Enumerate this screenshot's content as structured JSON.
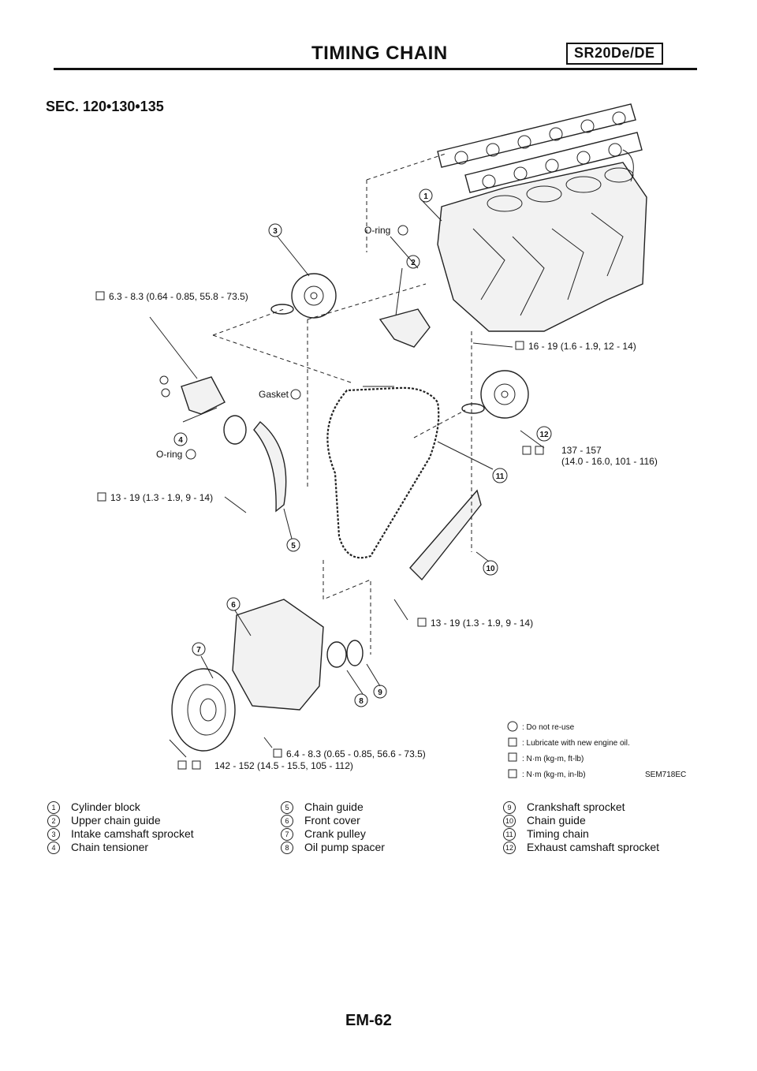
{
  "header": {
    "title": "TIMING CHAIN",
    "engine_badge": "SR20De/DE"
  },
  "section": "SEC. 120•130•135",
  "diagram": {
    "torque_intake_sprocket_bolt": "6.3 - 8.3 (0.64 - 0.85, 55.8 - 73.5)",
    "torque_upper_guide": "16 - 19 (1.6 - 1.9, 12 - 14)",
    "torque_camshaft_sprocket_a": "137 - 157",
    "torque_camshaft_sprocket_b": "(14.0 - 16.0, 101 - 116)",
    "torque_tensioner": "13 - 19 (1.3 - 1.9, 9 - 14)",
    "torque_chain_guide": "13 - 19 (1.3 - 1.9, 9 - 14)",
    "torque_front_cover": "6.4 - 8.3 (0.65 - 0.85, 56.6 - 73.5)",
    "torque_crank_pulley": "142 - 152 (14.5 - 15.5, 105 - 112)",
    "label_oring_top": "O-ring",
    "label_gasket": "Gasket",
    "label_oring_left": "O-ring",
    "callouts": [
      "1",
      "2",
      "3",
      "4",
      "5",
      "6",
      "7",
      "8",
      "9",
      "10",
      "11",
      "12"
    ]
  },
  "legend": {
    "do_not_reuse": ": Do not re-use",
    "lubricate": ": Lubricate with new engine oil.",
    "nm_ftlb": ": N·m (kg-m, ft-lb)",
    "nm_inlb": ": N·m (kg-m, in-lb)",
    "figure_id": "SEM718EC"
  },
  "parts": {
    "col1": [
      {
        "n": "1",
        "name": "Cylinder block"
      },
      {
        "n": "2",
        "name": "Upper chain guide"
      },
      {
        "n": "3",
        "name": "Intake camshaft sprocket"
      },
      {
        "n": "4",
        "name": "Chain tensioner"
      }
    ],
    "col2": [
      {
        "n": "5",
        "name": "Chain guide"
      },
      {
        "n": "6",
        "name": "Front cover"
      },
      {
        "n": "7",
        "name": "Crank pulley"
      },
      {
        "n": "8",
        "name": "Oil pump spacer"
      }
    ],
    "col3": [
      {
        "n": "9",
        "name": "Crankshaft sprocket"
      },
      {
        "n": "10",
        "name": "Chain guide"
      },
      {
        "n": "11",
        "name": "Timing chain"
      },
      {
        "n": "12",
        "name": "Exhaust camshaft sprocket"
      }
    ]
  },
  "footer": {
    "page_number": "EM-62"
  }
}
